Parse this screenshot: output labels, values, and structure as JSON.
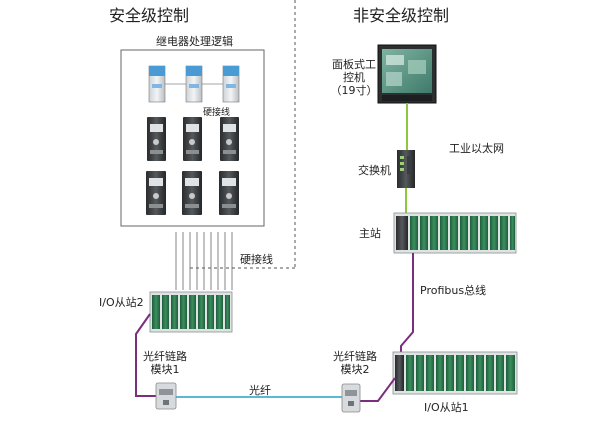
{
  "sections": {
    "safety_title": "安全级控制",
    "nonsafety_title": "非安全级控制"
  },
  "labels": {
    "relay_logic": "继电器处理逻辑",
    "hardwire_inner": "硬接线",
    "hardwire_outer": "硬接线",
    "panel_pc": [
      "面板式工",
      "控机",
      "（19寸）"
    ],
    "ethernet": "工业以太网",
    "switch": "交换机",
    "master": "主站",
    "profibus": "Profibus总线",
    "io_slave2": "I/O从站2",
    "fiber_module1": [
      "光纤链路",
      "模块1"
    ],
    "fiber": "光纤",
    "fiber_module2": [
      "光纤链路",
      "模块2"
    ],
    "io_slave1": "I/O从站1"
  },
  "colors": {
    "ethernet_line": "#8dc63f",
    "profibus_line": "#7b2d7e",
    "fiber_line": "#5bb8d6",
    "module_green": "#2e7d4f",
    "relay_blue": "#4a9ad4"
  }
}
